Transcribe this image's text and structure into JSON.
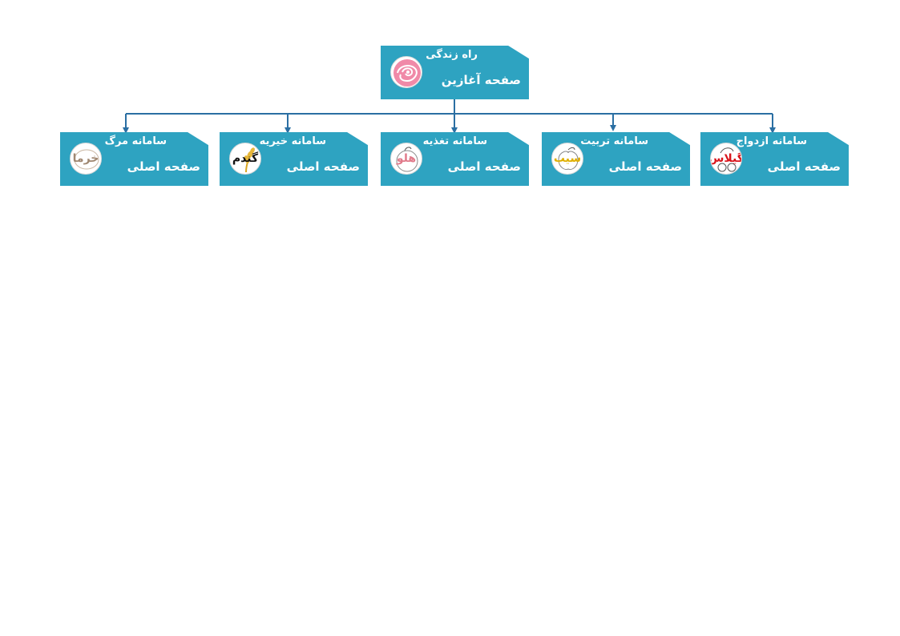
{
  "colors": {
    "node_fill": "#2ea3c1",
    "connector": "#2b6fa3",
    "text": "#ffffff"
  },
  "root": {
    "top_label": "راه زندگی",
    "main_label": "صفحه آغازین",
    "logo_icon": "pink-rose-icon"
  },
  "children": [
    {
      "top_label": "سامانه ازدواج",
      "main_label": "صفحه اصلی",
      "logo_word": "گیلاس",
      "logo_color": "#d9141b",
      "logo_icon": "cherry-logo-icon"
    },
    {
      "top_label": "سامانه تربیت",
      "main_label": "صفحه اصلی",
      "logo_word": "سیب",
      "logo_color": "#e0b000",
      "logo_icon": "apple-logo-icon"
    },
    {
      "top_label": "سامانه تغذیه",
      "main_label": "صفحه اصلی",
      "logo_word": "هلو",
      "logo_color": "#e07a8a",
      "logo_icon": "peach-logo-icon"
    },
    {
      "top_label": "سامانه خیریه",
      "main_label": "صفحه اصلی",
      "logo_word": "گندم",
      "logo_color": "#111111",
      "logo_icon": "wheat-logo-icon"
    },
    {
      "top_label": "سامانه مرگ",
      "main_label": "صفحه اصلی",
      "logo_word": "خرما",
      "logo_color": "#a08872",
      "logo_icon": "date-fruit-logo-icon"
    }
  ]
}
